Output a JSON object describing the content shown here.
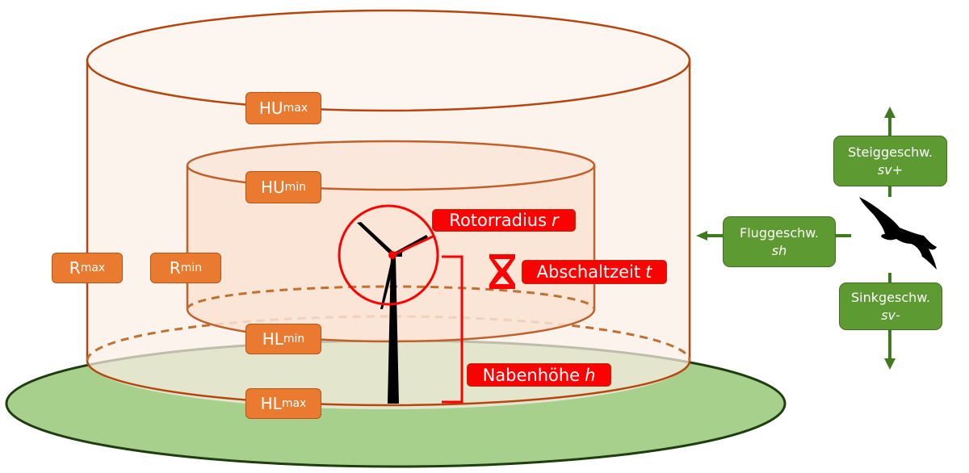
{
  "diagram": {
    "title": "",
    "colors": {
      "outline_orange": "#b5460f",
      "label_orange": "#e97a2f",
      "cylinder_fill": "#fbece2",
      "ground_fill": "#a7d08d",
      "ground_outline": "#2d4a17",
      "red_accent": "#ff0000",
      "green_box": "#5e9a32",
      "arrow_green": "#3f7a1f",
      "turbine": "#000000"
    },
    "cylinder_labels": {
      "hu_max": {
        "base": "HU",
        "sub": "max"
      },
      "hu_min": {
        "base": "HU",
        "sub": "min"
      },
      "r_max": {
        "base": "R",
        "sub": "max"
      },
      "r_min": {
        "base": "R",
        "sub": "min"
      },
      "hl_min": {
        "base": "HL",
        "sub": "min"
      },
      "hl_max": {
        "base": "HL",
        "sub": "max"
      }
    },
    "turbine_labels": {
      "rotor_radius": {
        "text": "Rotorradius",
        "var": "r"
      },
      "shutdown_time": {
        "text": "Abschaltzeit",
        "var": "t"
      },
      "hub_height": {
        "text": "Nabenhöhe",
        "var": "h"
      }
    },
    "bird_labels": {
      "climb": {
        "text": "Steiggeschw.",
        "var": "sv+"
      },
      "flight": {
        "text": "Fluggeschw.",
        "var": "sh"
      },
      "sink": {
        "text": "Sinkgeschw.",
        "var": "sv-"
      }
    },
    "icons": [
      "wind-turbine-icon",
      "hourglass-icon",
      "bird-silhouette-icon",
      "arrow-up-icon",
      "arrow-left-icon",
      "arrow-down-icon"
    ]
  }
}
